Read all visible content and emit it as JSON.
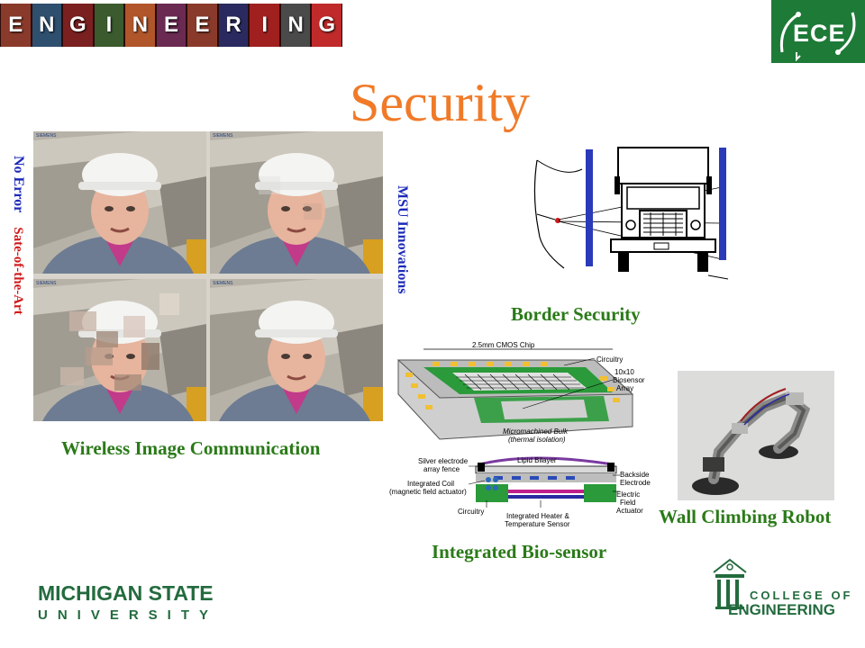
{
  "header": {
    "banner_letters": [
      "E",
      "N",
      "G",
      "I",
      "N",
      "E",
      "E",
      "R",
      "I",
      "N",
      "G"
    ],
    "ece_logo_text": "ECE"
  },
  "slide": {
    "title": "Security"
  },
  "video_section": {
    "left_labels": [
      "No Error",
      "Sate-of-the-Art"
    ],
    "right_label": "MSU Innovations",
    "caption": "Wireless Image Communication",
    "frame_brand": "SIEMENS"
  },
  "border_section": {
    "caption": "Border Security"
  },
  "biosensor_section": {
    "caption": "Integrated Bio-sensor",
    "labels": {
      "chip": "2.5mm CMOS Chip",
      "circuitry_top": "Circuitry",
      "array": [
        "10x10",
        "Biosensor",
        "Array"
      ],
      "bulk": [
        "Micromachined Bulk",
        "(thermal isolation)"
      ],
      "silver": [
        "Silver electrode",
        "array fence"
      ],
      "lipid": "Lipid Bilayer",
      "backside": [
        "Backside",
        "Electrode"
      ],
      "coil": [
        "Integrated Coil",
        "(magnetic field actuator)"
      ],
      "efield": [
        "Electric",
        "Field",
        "Actuator"
      ],
      "circuitry_bottom": "Circuitry",
      "heater": [
        "Integrated Heater &",
        "Temperature Sensor"
      ]
    }
  },
  "robot_section": {
    "caption": "Wall Climbing Robot"
  },
  "footer": {
    "msu_line1": "MICHIGAN STATE",
    "msu_line2": "UNIVERSITY",
    "coe_line1": "COLLEGE OF",
    "coe_line2": "ENGINEERING"
  },
  "colors": {
    "title": "#f07a28",
    "caption_green": "#2a7a18",
    "label_blue": "#1c2ab8",
    "label_red": "#d01818",
    "msu_green": "#236b3e"
  }
}
